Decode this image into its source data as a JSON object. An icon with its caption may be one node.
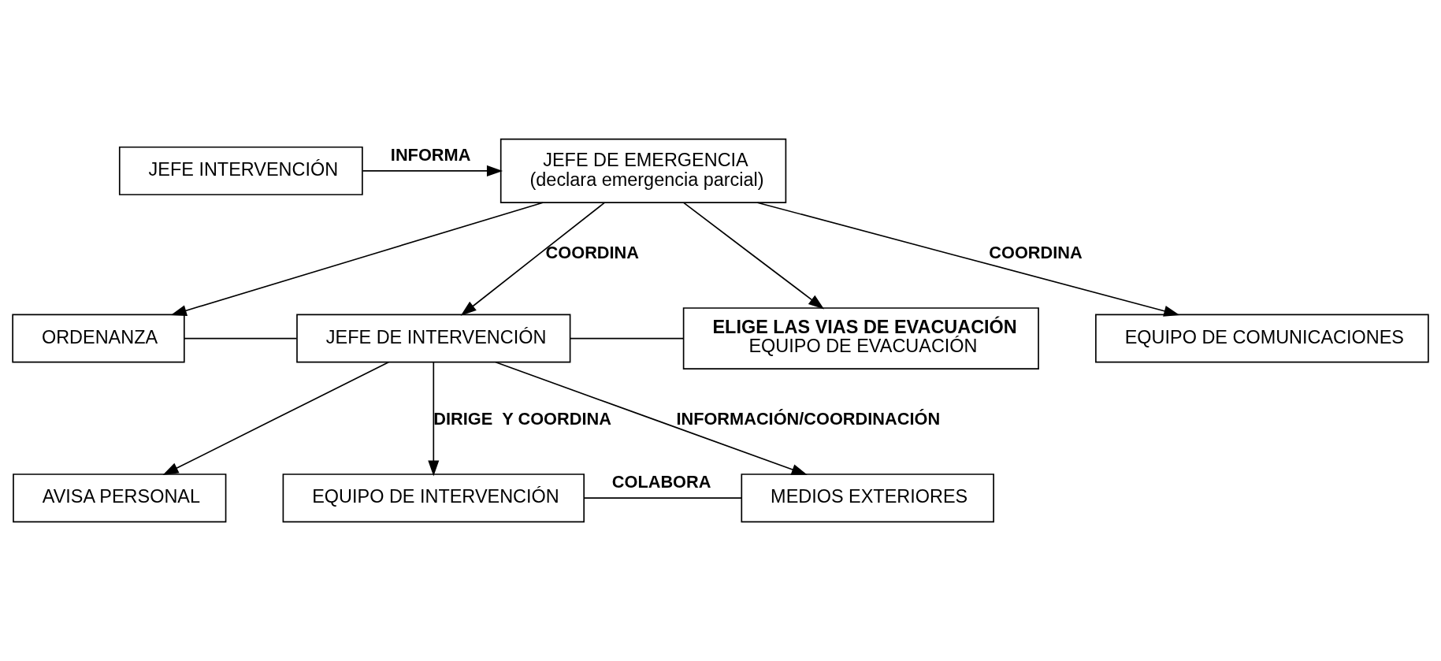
{
  "diagram": {
    "nodes": [
      {
        "text": [
          "JEFE INTERVENCIÓN"
        ]
      },
      {
        "text": [
          "JEFE DE EMERGENCIA",
          "(declara emergencia parcial)"
        ]
      },
      {
        "text": [
          "EQUIPO DE COMUNICACIONES"
        ]
      },
      {
        "text": [
          "ORDENANZA"
        ]
      },
      {
        "text": [
          "JEFE DE INTERVENCIÓN"
        ]
      },
      {
        "text": [
          "ELIGE LAS VIAS DE EVACUACIÓN",
          "EQUIPO DE EVACUACIÓN"
        ]
      },
      {
        "text": [
          "AVISA PERSONAL"
        ]
      },
      {
        "text": [
          "EQUIPO DE INTERVENCIÓN"
        ]
      },
      {
        "text": [
          "MEDIOS EXTERIORES"
        ]
      }
    ],
    "edges": [
      {
        "from": 0,
        "to": 1,
        "arrow": "to",
        "label": "INFORMA"
      },
      {
        "from": 1,
        "to": 3,
        "arrow": "to"
      },
      {
        "from": 1,
        "to": 4,
        "arrow": "to",
        "label": "COORDINA"
      },
      {
        "from": 1,
        "to": 5,
        "arrow": "to"
      },
      {
        "from": 1,
        "to": 2,
        "arrow": "to",
        "label": "COORDINA"
      },
      {
        "from": 3,
        "to": 4,
        "arrow": "none"
      },
      {
        "from": 4,
        "to": 5,
        "arrow": "none"
      },
      {
        "from": 4,
        "to": 6,
        "arrow": "to"
      },
      {
        "from": 4,
        "to": 7,
        "arrow": "to",
        "label": "DIRIGE  Y COORDINA"
      },
      {
        "from": 4,
        "to": 8,
        "arrow": "to",
        "label": "INFORMACIÓN/COORDINACIÓN"
      },
      {
        "from": 7,
        "to": 8,
        "arrow": "none",
        "label": "COLABORA"
      }
    ]
  }
}
